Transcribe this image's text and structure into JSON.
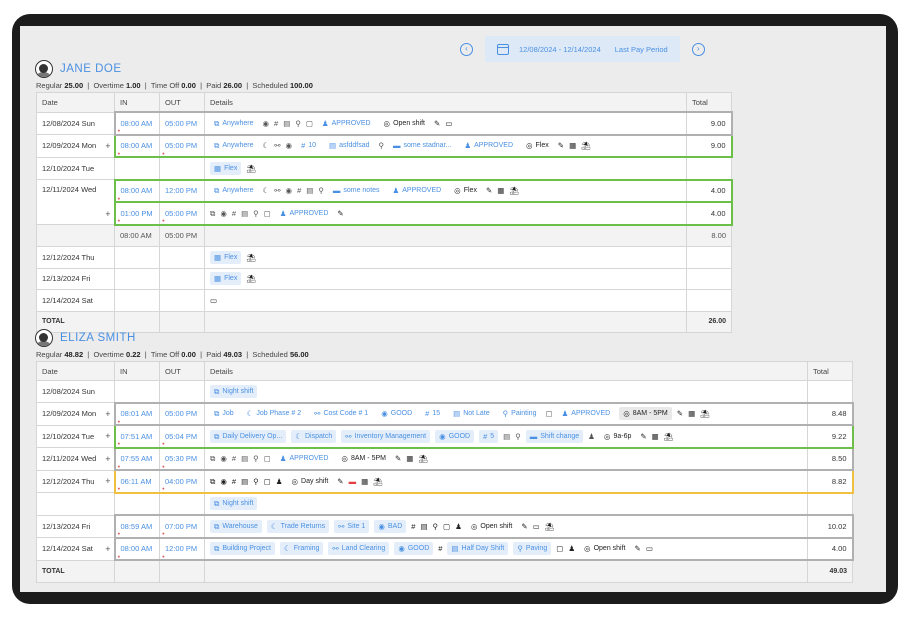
{
  "pager": {
    "prev_icon": "‹",
    "next_icon": "›",
    "range": "12/08/2024 - 12/14/2024",
    "last_period": "Last Pay Period"
  },
  "columns": {
    "date": "Date",
    "in": "IN",
    "out": "OUT",
    "details": "Details",
    "total": "Total"
  },
  "employees": [
    {
      "name": "JANE DOE",
      "summary": {
        "regular_label": "Regular",
        "regular": "25.00",
        "overtime_label": "Overtime",
        "overtime": "1.00",
        "timeoff_label": "Time Off",
        "timeoff": "0.00",
        "paid_label": "Paid",
        "paid": "26.00",
        "scheduled_label": "Scheduled",
        "scheduled": "100.00"
      },
      "total_label": "TOTAL",
      "total_value": "26.00",
      "sub_in": "08:00 AM",
      "sub_out": "05:00 PM",
      "sub_total": "8.00",
      "rows": [
        {
          "date": "12/08/2024 Sun",
          "plus": "",
          "in": "08:00 AM",
          "out": "05:00 PM",
          "total": "9.00",
          "job": "Anywhere",
          "status": "APPROVED",
          "shift": "Open shift"
        },
        {
          "date": "12/09/2024 Mon",
          "plus": "+",
          "in": "08:00 AM",
          "out": "05:00 PM",
          "total": "9.00",
          "job": "Anywhere",
          "num": "10",
          "doc": "asfddfsad",
          "notes": "some stadnar...",
          "status": "APPROVED",
          "shift": "Flex"
        },
        {
          "date": "12/10/2024 Tue",
          "flex": "Flex"
        },
        {
          "date": "12/11/2024 Wed",
          "plus": "",
          "in": "08:00 AM",
          "out": "12:00 PM",
          "total": "4.00",
          "job": "Anywhere",
          "notes": "some notes",
          "status": "APPROVED",
          "shift": "Flex"
        },
        {
          "date": "",
          "plus": "+",
          "in": "01:00 PM",
          "out": "05:00 PM",
          "total": "4.00",
          "status": "APPROVED"
        },
        {
          "date": "12/12/2024 Thu",
          "flex": "Flex"
        },
        {
          "date": "12/13/2024 Fri",
          "flex": "Flex"
        },
        {
          "date": "12/14/2024 Sat"
        }
      ]
    },
    {
      "name": "ELIZA SMITH",
      "summary": {
        "regular_label": "Regular",
        "regular": "48.82",
        "overtime_label": "Overtime",
        "overtime": "0.22",
        "timeoff_label": "Time Off",
        "timeoff": "0.00",
        "paid_label": "Paid",
        "paid": "49.03",
        "scheduled_label": "Scheduled",
        "scheduled": "56.00"
      },
      "total_label": "TOTAL",
      "total_value": "49.03",
      "rows": [
        {
          "date": "12/08/2024 Sun",
          "shift_chip": "Night shift"
        },
        {
          "date": "12/09/2024 Mon",
          "plus": "+",
          "in": "08:01 AM",
          "out": "05:00 PM",
          "total": "8.48",
          "job": "Job",
          "phase": "Job Phase # 2",
          "cost": "Cost Code # 1",
          "rating": "GOOD",
          "num": "15",
          "late": "Not Late",
          "task": "Painting",
          "status": "APPROVED",
          "shift": "8AM - 5PM"
        },
        {
          "date": "12/10/2024 Tue",
          "plus": "+",
          "in": "07:51 AM",
          "out": "05:04 PM",
          "total": "9.22",
          "job": "Daily Delivery Op...",
          "phase": "Dispatch",
          "cost": "Inventory Management",
          "rating": "GOOD",
          "num": "5",
          "notes": "Shift change",
          "shift": "9a-6p"
        },
        {
          "date": "12/11/2024 Wed",
          "plus": "+",
          "in": "07:55 AM",
          "out": "05:30 PM",
          "total": "8.50",
          "status": "APPROVED",
          "shift": "8AM - 5PM"
        },
        {
          "date": "12/12/2024 Thu",
          "plus": "+",
          "in": "06:11 AM",
          "out": "04:00 PM",
          "total": "8.82",
          "shift": "Day shift"
        },
        {
          "date": "",
          "shift_chip": "Night shift"
        },
        {
          "date": "12/13/2024 Fri",
          "plus": "",
          "in": "08:59 AM",
          "out": "07:00 PM",
          "total": "10.02",
          "job": "Warehouse",
          "phase": "Trade Returns",
          "cost": "Site 1",
          "rating": "BAD",
          "shift": "Open shift"
        },
        {
          "date": "12/14/2024 Sat",
          "plus": "+",
          "in": "08:00 AM",
          "out": "12:00 PM",
          "total": "4.00",
          "job": "Building Project",
          "phase": "Framing",
          "cost": "Land Clearing",
          "rating": "GOOD",
          "doc": "Half Day Shift",
          "task": "Paving",
          "shift": "Open shift"
        }
      ]
    }
  ]
}
